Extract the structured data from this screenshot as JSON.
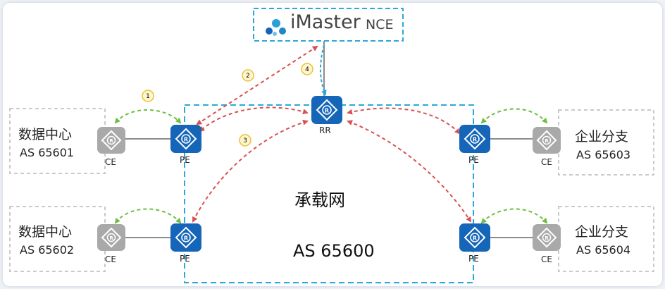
{
  "controller": {
    "name": "iMaster",
    "suffix": "NCE"
  },
  "network": {
    "name": "承载网",
    "as": "AS 65600"
  },
  "sites": [
    {
      "name": "数据中心",
      "as": "AS 65601"
    },
    {
      "name": "数据中心",
      "as": "AS 65602"
    },
    {
      "name": "企业分支",
      "as": "AS 65603"
    },
    {
      "name": "企业分支",
      "as": "AS 65604"
    }
  ],
  "device_labels": {
    "ce": "CE",
    "pe": "PE",
    "rr": "RR"
  },
  "steps": [
    "1",
    "2",
    "3",
    "4"
  ],
  "colors": {
    "router_blue": "#1565b8",
    "ce_gray": "#a9a9a9",
    "boundary": "#29a9d9",
    "session_red": "#d95050",
    "peer_green": "#6cbf3f",
    "step_yellow": "#e8c13a"
  }
}
